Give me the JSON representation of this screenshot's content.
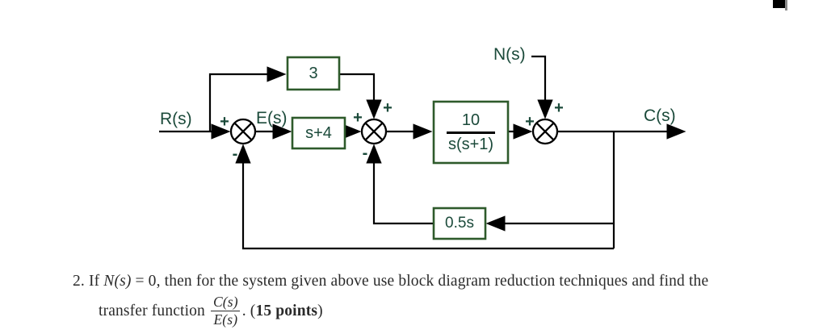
{
  "diagram": {
    "labels": {
      "input": "R(s)",
      "error": "E(s)",
      "noise": "N(s)",
      "output": "C(s)"
    },
    "blocks": {
      "feedforward_gain": "3",
      "controller": "s+4",
      "plant_num": "10",
      "plant_den": "s(s+1)",
      "feedback": "0.5s"
    },
    "signs": {
      "plus": "+",
      "minus": "-"
    },
    "colors": {
      "green_text": "#1b4a3a",
      "green_border": "#2e5a2b",
      "line": "#000000"
    }
  },
  "problem": {
    "number": "2.",
    "line1_pre": " If ",
    "line1_math": "N(s)",
    "line1_eq": " = 0",
    "line1_rest": ", then for the system given above use block diagram reduction techniques and find the",
    "line2_pre": "transfer function ",
    "frac_num": "C(s)",
    "frac_den": "E(s)",
    "after_frac": ". ",
    "paren_open": "(",
    "points": "15 points",
    "paren_close": ")"
  }
}
